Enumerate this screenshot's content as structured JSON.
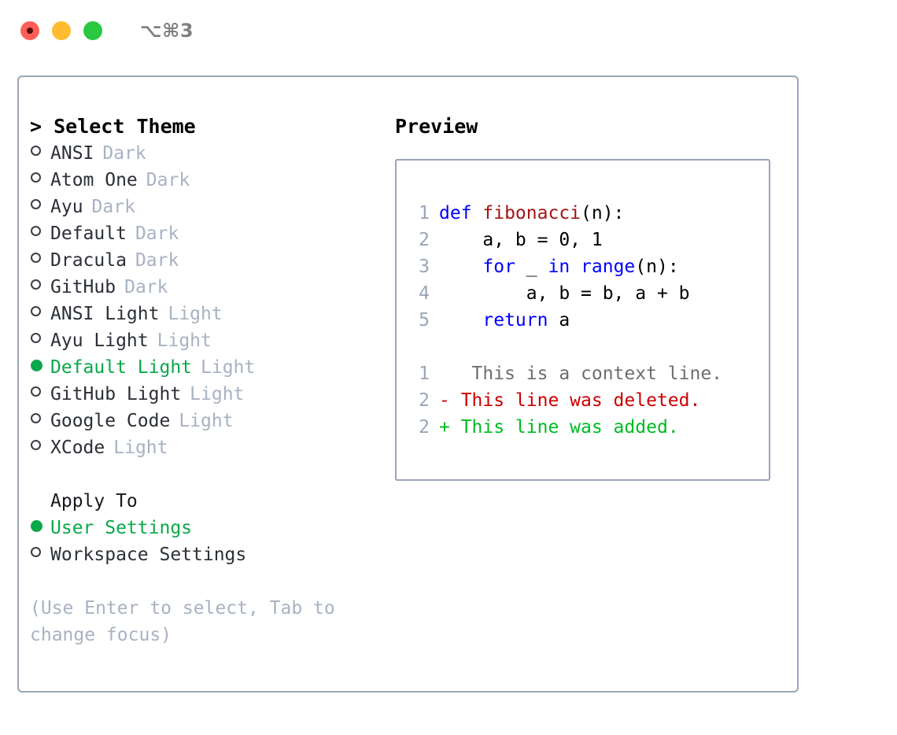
{
  "window": {
    "title": "⌥⌘3",
    "traffic_lights": [
      {
        "name": "close",
        "color": "#FF5F57"
      },
      {
        "name": "minimize",
        "color": "#FEBC2E"
      },
      {
        "name": "zoom",
        "color": "#28C840"
      }
    ]
  },
  "theme_panel": {
    "header": "> Select Theme",
    "items": [
      {
        "name": "ANSI",
        "kind": "Dark",
        "selected": false
      },
      {
        "name": "Atom One",
        "kind": "Dark",
        "selected": false
      },
      {
        "name": "Ayu",
        "kind": "Dark",
        "selected": false
      },
      {
        "name": "Default",
        "kind": "Dark",
        "selected": false
      },
      {
        "name": "Dracula",
        "kind": "Dark",
        "selected": false
      },
      {
        "name": "GitHub",
        "kind": "Dark",
        "selected": false
      },
      {
        "name": "ANSI Light",
        "kind": "Light",
        "selected": false
      },
      {
        "name": "Ayu Light",
        "kind": "Light",
        "selected": false
      },
      {
        "name": "Default Light",
        "kind": "Light",
        "selected": true
      },
      {
        "name": "GitHub Light",
        "kind": "Light",
        "selected": false
      },
      {
        "name": "Google Code",
        "kind": "Light",
        "selected": false
      },
      {
        "name": "XCode",
        "kind": "Light",
        "selected": false
      }
    ]
  },
  "apply_to": {
    "label": "Apply To",
    "options": [
      {
        "name": "User Settings",
        "selected": true
      },
      {
        "name": "Workspace Settings",
        "selected": false
      }
    ]
  },
  "hint": "(Use Enter to select, Tab to change focus)",
  "preview": {
    "header": "Preview",
    "code_lines": [
      {
        "no": "1",
        "tokens": [
          {
            "t": "def ",
            "c": "kw"
          },
          {
            "t": "fibonacci",
            "c": "fn"
          },
          {
            "t": "(n):",
            "c": "plain"
          }
        ]
      },
      {
        "no": "2",
        "tokens": [
          {
            "t": "    a, b = 0, 1",
            "c": "plain"
          }
        ]
      },
      {
        "no": "3",
        "tokens": [
          {
            "t": "    ",
            "c": "plain"
          },
          {
            "t": "for",
            "c": "kw"
          },
          {
            "t": " _ ",
            "c": "plain"
          },
          {
            "t": "in",
            "c": "kw"
          },
          {
            "t": " ",
            "c": "plain"
          },
          {
            "t": "range",
            "c": "kw"
          },
          {
            "t": "(n):",
            "c": "plain"
          }
        ]
      },
      {
        "no": "4",
        "tokens": [
          {
            "t": "        a, b = b, a + b",
            "c": "plain"
          }
        ]
      },
      {
        "no": "5",
        "tokens": [
          {
            "t": "    ",
            "c": "plain"
          },
          {
            "t": "return",
            "c": "kw"
          },
          {
            "t": " a",
            "c": "plain"
          }
        ]
      }
    ],
    "diff_lines": [
      {
        "no": "1",
        "marker": " ",
        "text": "  This is a context line.",
        "kind": "context"
      },
      {
        "no": "2",
        "marker": "-",
        "text": "This line was deleted.",
        "kind": "deleted"
      },
      {
        "no": "2",
        "marker": "+",
        "text": "This line was added.",
        "kind": "added"
      }
    ]
  },
  "colors": {
    "accent_green": "#09a84a",
    "border": "#9aa5b8",
    "muted": "#a8b2c2",
    "text": "#2b2f36",
    "keyword_blue": "#0000ff",
    "function_red": "#a31515",
    "diff_deleted": "#cc0000",
    "diff_added": "#00bb22",
    "diff_context": "#6e6e6e"
  }
}
